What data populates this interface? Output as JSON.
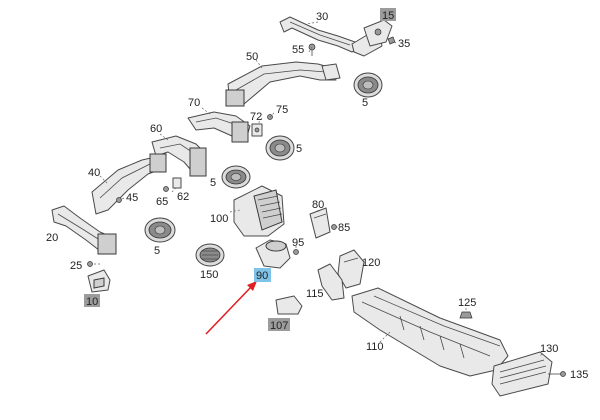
{
  "diagram": {
    "callouts": [
      {
        "id": "c30",
        "text": "30"
      },
      {
        "id": "c15",
        "text": "15",
        "boxed": "gray"
      },
      {
        "id": "c55",
        "text": "55"
      },
      {
        "id": "c35",
        "text": "35"
      },
      {
        "id": "c50",
        "text": "50"
      },
      {
        "id": "c5a",
        "text": "5"
      },
      {
        "id": "c70",
        "text": "70"
      },
      {
        "id": "c72",
        "text": "72"
      },
      {
        "id": "c75",
        "text": "75"
      },
      {
        "id": "c60",
        "text": "60"
      },
      {
        "id": "c5b",
        "text": "5"
      },
      {
        "id": "c5c",
        "text": "5"
      },
      {
        "id": "c40",
        "text": "40"
      },
      {
        "id": "c45",
        "text": "45"
      },
      {
        "id": "c65",
        "text": "65"
      },
      {
        "id": "c62",
        "text": "62"
      },
      {
        "id": "c100",
        "text": "100"
      },
      {
        "id": "c80",
        "text": "80"
      },
      {
        "id": "c85",
        "text": "85"
      },
      {
        "id": "c20",
        "text": "20"
      },
      {
        "id": "c5d",
        "text": "5"
      },
      {
        "id": "c95",
        "text": "95"
      },
      {
        "id": "c25",
        "text": "25"
      },
      {
        "id": "c150",
        "text": "150"
      },
      {
        "id": "c90",
        "text": "90",
        "boxed": "blue"
      },
      {
        "id": "c120",
        "text": "120"
      },
      {
        "id": "c10",
        "text": "10",
        "boxed": "gray"
      },
      {
        "id": "c115",
        "text": "115"
      },
      {
        "id": "c125",
        "text": "125"
      },
      {
        "id": "c107",
        "text": "107",
        "boxed": "gray"
      },
      {
        "id": "c110",
        "text": "110"
      },
      {
        "id": "c130",
        "text": "130"
      },
      {
        "id": "c135",
        "text": "135"
      }
    ],
    "highlight_color": "#7fc3e8",
    "arrow_color": "#e02020",
    "box_color": "#9c9c9c"
  }
}
